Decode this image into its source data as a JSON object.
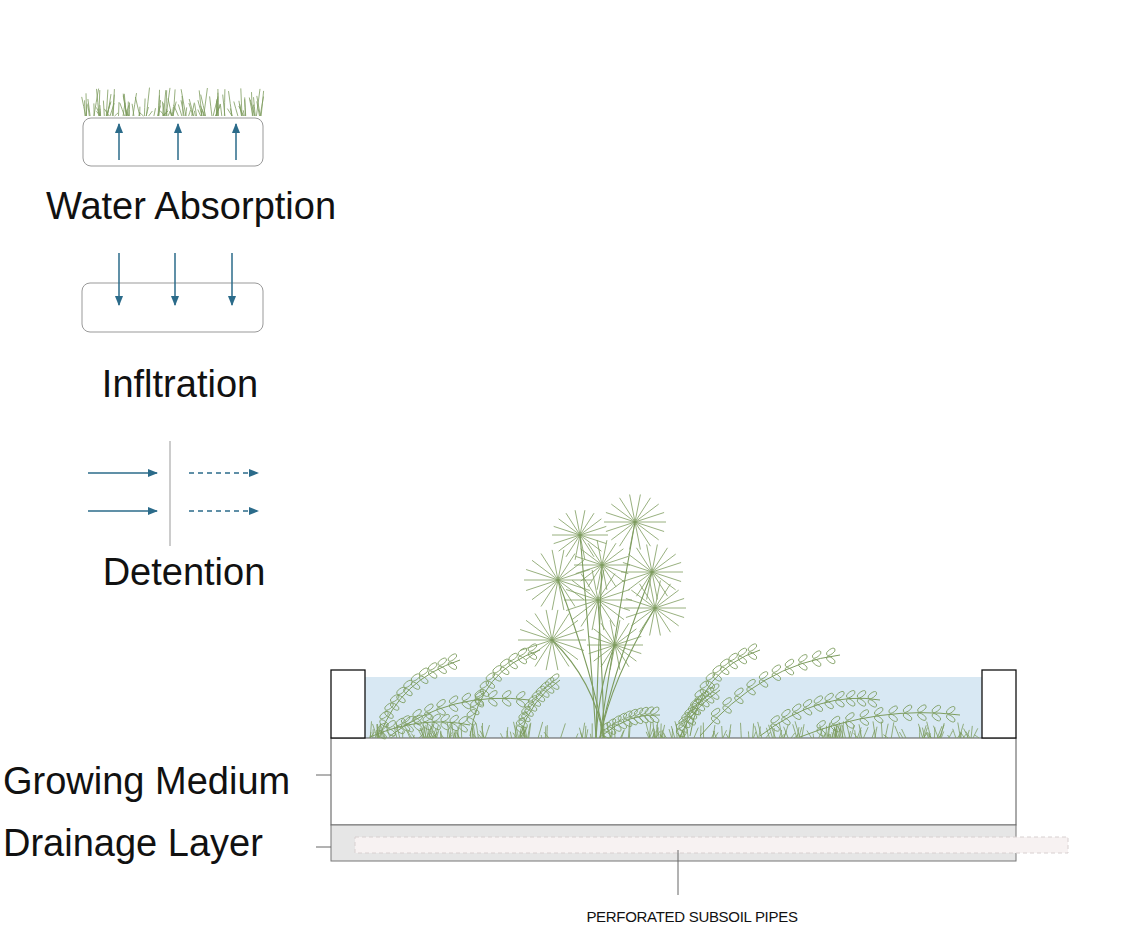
{
  "diagram": {
    "labels": [
      "Growing Medium",
      "Drainage Layer",
      "PERFORATED SUBSOIL PIPES"
    ],
    "legend": [
      {
        "text": "Water Absorption"
      },
      {
        "text": "Infltration"
      },
      {
        "text": "Detention"
      }
    ]
  }
}
